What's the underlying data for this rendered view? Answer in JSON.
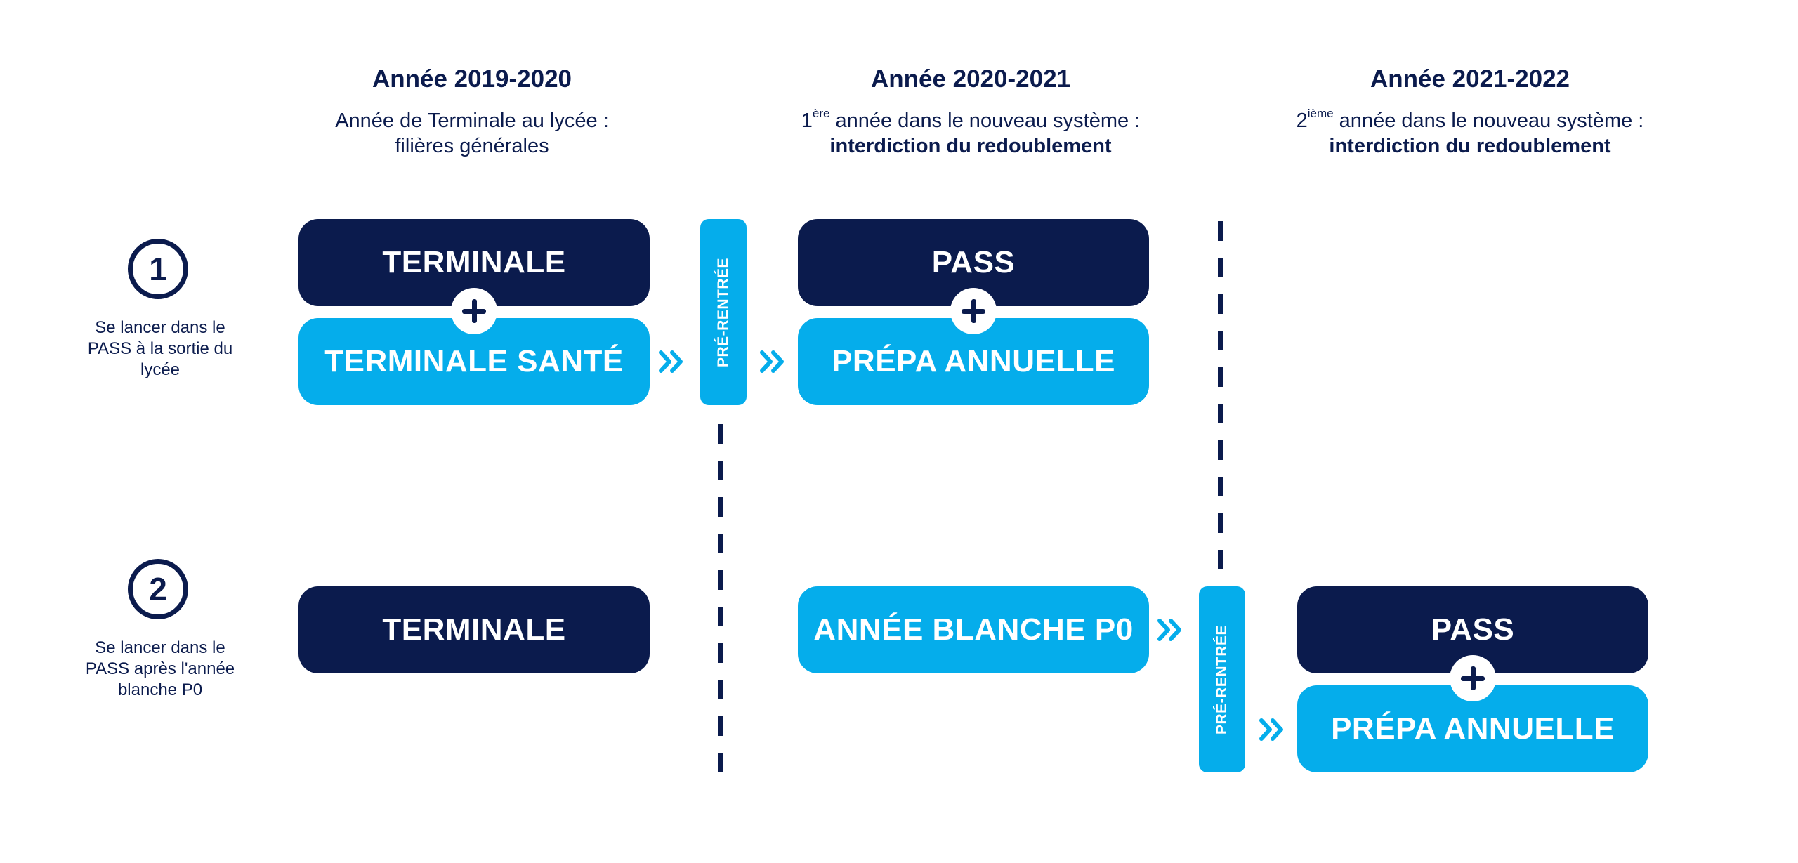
{
  "columns": [
    {
      "title": "Année 2019-2020",
      "sub_line1": "Année de Terminale au lycée :",
      "sub_line2": "filières générales"
    },
    {
      "title": "Année 2020-2021",
      "sup_number": "1",
      "sup_text": "ère",
      "sub_line1": " année dans le nouveau système :",
      "sub_line2": "interdiction du redoublement"
    },
    {
      "title": "Année 2021-2022",
      "sup_number": "2",
      "sup_text": "ième",
      "sub_line1": " année dans le nouveau système :",
      "sub_line2": "interdiction du redoublement"
    }
  ],
  "rows": [
    {
      "number": "1",
      "label_lines": [
        "Se lancer dans le",
        "PASS à la sortie du",
        "lycée"
      ],
      "boxes": {
        "terminale": "TERMINALE",
        "terminale_sante": "TERMINALE SANTÉ",
        "pass": "PASS",
        "prepa": "PRÉPA ANNUELLE"
      },
      "pre_rentree": "PRÉ-RENTRÉE"
    },
    {
      "number": "2",
      "label_lines": [
        "Se lancer dans le",
        "PASS après l'année",
        "blanche P0"
      ],
      "boxes": {
        "terminale": "TERMINALE",
        "annee_blanche": "ANNÉE BLANCHE P0",
        "pass": "PASS",
        "prepa": "PRÉPA ANNUELLE"
      },
      "pre_rentree": "PRÉ-RENTRÉE"
    }
  ],
  "colors": {
    "navy": "#0b1b4d",
    "cyan": "#05adeb",
    "background": "#ffffff"
  },
  "icons": [
    "plus-icon",
    "double-chevron-right-icon"
  ]
}
